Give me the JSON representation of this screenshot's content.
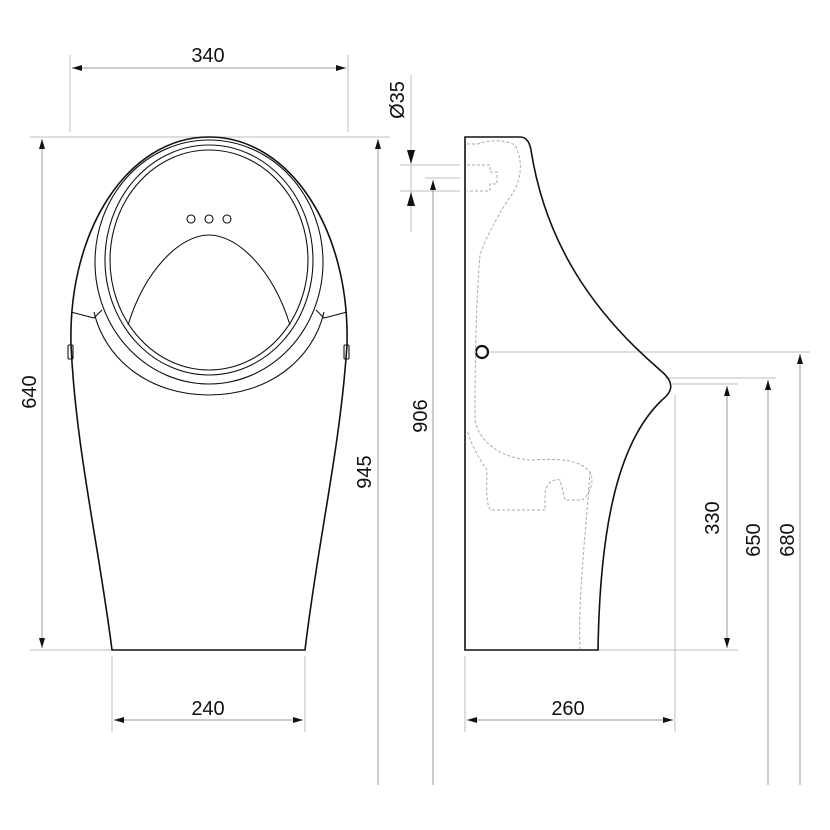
{
  "drawing": {
    "front_view": {
      "width_top": "340",
      "width_bottom": "240",
      "height_body": "640",
      "height_total": "945"
    },
    "side_view": {
      "inlet_diameter": "Ø35",
      "inlet_height": "906",
      "depth": "260",
      "outlet_height": "330",
      "rim_height": "650",
      "water_inlet_height": "680"
    }
  }
}
